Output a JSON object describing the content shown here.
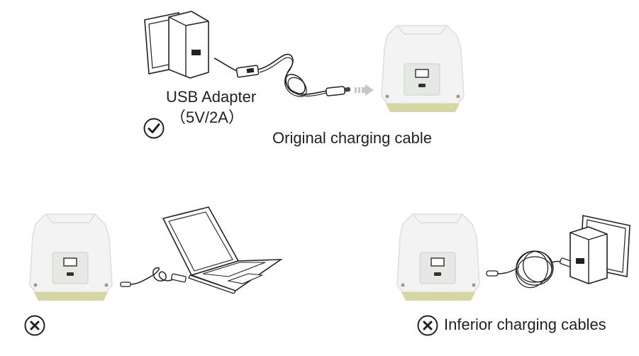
{
  "labels": {
    "usb_adapter": "USB Adapter",
    "spec": "（5V/2A）",
    "original_cable": "Original charging cable",
    "inferior_cables": "Inferior charging cables"
  },
  "marks": {
    "correct": "✔",
    "wrong": "✕"
  },
  "colors": {
    "line": "#222222",
    "device_body": "#f2f3f2",
    "device_shadow": "#dcdedb",
    "device_base": "#d4d7a4",
    "arrow": "#c8c8c8"
  }
}
